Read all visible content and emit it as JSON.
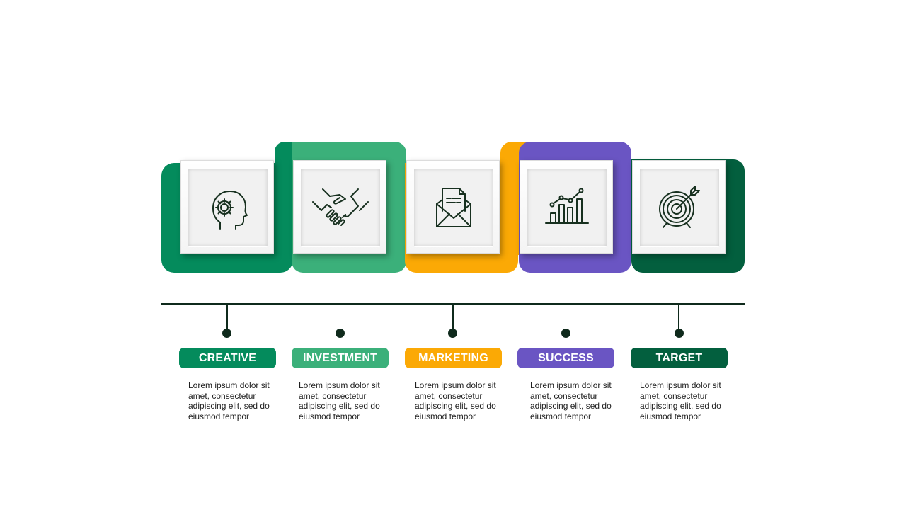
{
  "colors": {
    "creative": "#048b5c",
    "investment": "#3bb07a",
    "marketing": "#fba905",
    "success": "#6a55c3",
    "target": "#035f3e",
    "line": "#0f2a1c"
  },
  "steps": [
    {
      "label": "CREATIVE",
      "icon": "head-gear-icon",
      "description": "Lorem ipsum dolor sit amet, consectetur adipiscing elit, sed do eiusmod tempor"
    },
    {
      "label": "INVESTMENT",
      "icon": "handshake-icon",
      "description": "Lorem ipsum dolor sit amet, consectetur adipiscing elit, sed do eiusmod tempor"
    },
    {
      "label": "MARKETING",
      "icon": "envelope-letter-icon",
      "description": "Lorem ipsum dolor sit amet, consectetur adipiscing elit, sed do eiusmod tempor"
    },
    {
      "label": "SUCCESS",
      "icon": "growth-chart-icon",
      "description": "Lorem ipsum dolor sit amet, consectetur adipiscing elit, sed do eiusmod tempor"
    },
    {
      "label": "TARGET",
      "icon": "target-arrow-icon",
      "description": "Lorem ipsum dolor sit amet, consectetur adipiscing elit, sed do eiusmod tempor"
    }
  ]
}
